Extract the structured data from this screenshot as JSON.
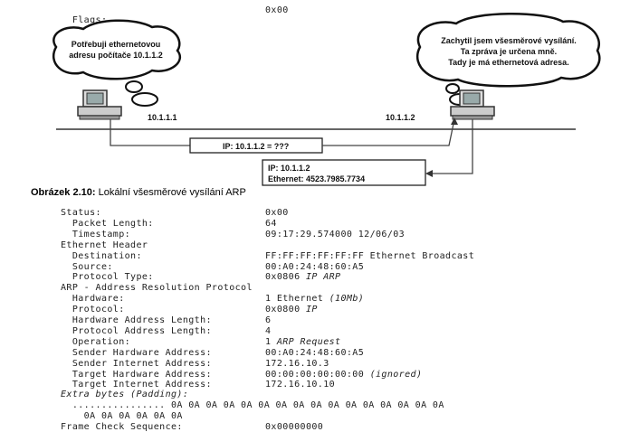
{
  "top_row": {
    "key": "Flags:",
    "value": "0x00"
  },
  "diagram": {
    "left_bubble": [
      "Potřebuji ethernetovou",
      "adresu počítače 10.1.1.2"
    ],
    "right_bubble": [
      "Zachytil jsem všesměrové vysílání.",
      "Ta zpráva je určena mně.",
      "Tady je má ethernetová adresa."
    ],
    "left_ip": "10.1.1.1",
    "right_ip": "10.1.1.2",
    "request_box": "IP: 10.1.1.2 = ???",
    "reply_box": [
      "IP: 10.1.1.2",
      "Ethernet: 4523.7985.7734"
    ]
  },
  "caption": {
    "label": "Obrázek 2.10:",
    "text": " Lokální všesměrové vysílání ARP"
  },
  "dump": [
    {
      "key": "Status:",
      "value": "0x00"
    },
    {
      "key": "  Packet Length:",
      "value": "64"
    },
    {
      "key": "  Timestamp:",
      "value": "09:17:29.574000 12/06/03"
    },
    {
      "key": "Ethernet Header",
      "value": ""
    },
    {
      "key": "  Destination:",
      "value": "FF:FF:FF:FF:FF:FF Ethernet Broadcast"
    },
    {
      "key": "  Source:",
      "value": "00:A0:24:48:60:A5"
    },
    {
      "key": "  Protocol Type:",
      "value": "0x0806 ",
      "note": "IP ARP"
    },
    {
      "key": "ARP - Address Resolution Protocol",
      "value": ""
    },
    {
      "key": "  Hardware:",
      "value": "1 Ethernet ",
      "note": "(10Mb)"
    },
    {
      "key": "  Protocol:",
      "value": "0x0800 ",
      "note": "IP"
    },
    {
      "key": "  Hardware Address Length:",
      "value": "6"
    },
    {
      "key": "  Protocol Address Length:",
      "value": "4"
    },
    {
      "key": "  Operation:",
      "value": "1 ",
      "note": "ARP Request"
    },
    {
      "key": "  Sender Hardware Address:",
      "value": "00:A0:24:48:60:A5"
    },
    {
      "key": "  Sender Internet Address:",
      "value": "172.16.10.3"
    },
    {
      "key": "  Target Hardware Address:",
      "value": "00:00:00:00:00:00 ",
      "note": "(ignored)"
    },
    {
      "key": "  Target Internet Address:",
      "value": "172.16.10.10"
    }
  ],
  "extra_label": "Extra bytes (Padding):",
  "padding_line1": "  ................ 0A 0A 0A 0A 0A 0A 0A 0A 0A 0A 0A 0A 0A 0A 0A 0A",
  "padding_line2": "    0A 0A 0A 0A 0A 0A",
  "fcs": {
    "key": "Frame Check Sequence:",
    "value": "0x00000000"
  }
}
